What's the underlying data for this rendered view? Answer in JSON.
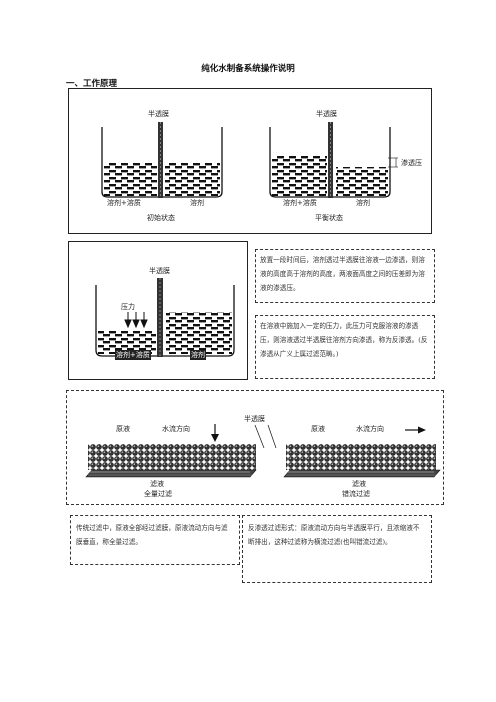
{
  "doc_title": "纯化水制备系统操作说明",
  "section1_heading": "一、工作原理",
  "fig1": {
    "left_membrane": "半透膜",
    "left_sol": "溶剂+溶质",
    "left_solvent": "溶剂",
    "left_caption": "初始状态",
    "right_membrane": "半透膜",
    "right_sol": "溶剂+溶质",
    "right_solvent": "溶剂",
    "right_caption": "平衡状态",
    "osmotic_label": "渗透压"
  },
  "fig2": {
    "membrane": "半透膜",
    "pressure": "压力",
    "sol": "溶剂+溶质",
    "solvent": "溶剂"
  },
  "text_box1": "放置一段时间后，溶剂透过半透膜往溶液一边渗透，则溶液的高度高于溶剂的高度，两液面高度之间的压差即为溶液的渗透压。",
  "text_box2": "在溶液中施加入一定的压力，此压力可克服溶液的渗透压，则溶液透过半透膜往溶剂方向渗透，称为反渗透。(反渗透从广义上属过滤范畴。)",
  "fig3": {
    "membrane": "半透膜",
    "left_raw": "原液",
    "left_flow": "水流方向",
    "left_filtrate": "滤液",
    "left_caption": "全量过滤",
    "right_raw": "原液",
    "right_flow": "水流方向",
    "right_filtrate": "滤液",
    "right_caption": "错流过滤"
  },
  "text_box3": "传统过滤中，原液全部经过滤膜，原液流动方向与滤膜垂直，称全量过滤。",
  "text_box4": "反渗透过滤形式：原液流动方向与半透膜平行，且浓缩液不断排出，这种过滤称为横流过滤(也叫错流过滤)。"
}
